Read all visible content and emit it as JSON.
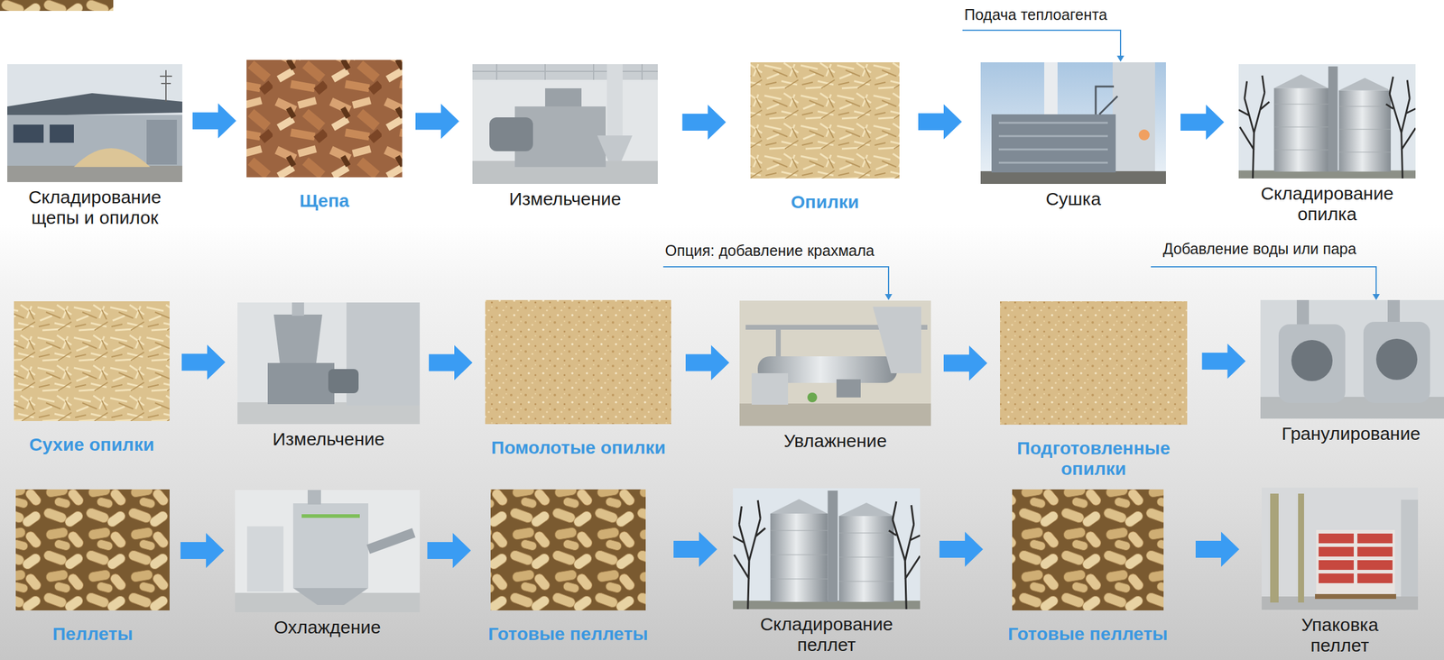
{
  "diagram": {
    "nodes": [
      {
        "text": [
          "Складирование щепы и опилок"
        ]
      },
      {
        "text": [
          "Щепа"
        ]
      },
      {
        "text": [
          "Измельчение"
        ]
      },
      {
        "text": [
          "Опилки"
        ]
      },
      {
        "text": [
          "Сушка"
        ]
      },
      {
        "text": [
          "Складирование опилка"
        ]
      },
      {
        "text": [
          "Сухие опилки"
        ]
      },
      {
        "text": [
          "Измельчение"
        ]
      },
      {
        "text": [
          "Помолотые опилки"
        ]
      },
      {
        "text": [
          "Увлажнение"
        ]
      },
      {
        "text": [
          "Подготовленные опилки"
        ]
      },
      {
        "text": [
          "Гранулирование"
        ]
      },
      {
        "text": [
          "Пеллеты"
        ]
      },
      {
        "text": [
          "Охлаждение"
        ]
      },
      {
        "text": [
          "Готовые пеллеты"
        ]
      },
      {
        "text": [
          "Складирование пеллет"
        ]
      },
      {
        "text": [
          "Готовые пеллеты"
        ]
      },
      {
        "text": [
          "Упаковка пеллет"
        ]
      }
    ],
    "edges": [
      {
        "from": 0,
        "to": 1,
        "arrow": "to"
      },
      {
        "from": 1,
        "to": 2,
        "arrow": "to"
      },
      {
        "from": 2,
        "to": 3,
        "arrow": "to"
      },
      {
        "from": 3,
        "to": 4,
        "arrow": "to"
      },
      {
        "from": 4,
        "to": 5,
        "arrow": "to"
      },
      {
        "from": 6,
        "to": 7,
        "arrow": "to"
      },
      {
        "from": 7,
        "to": 8,
        "arrow": "to"
      },
      {
        "from": 8,
        "to": 9,
        "arrow": "to"
      },
      {
        "from": 9,
        "to": 10,
        "arrow": "to"
      },
      {
        "from": 10,
        "to": 11,
        "arrow": "to"
      },
      {
        "from": 12,
        "to": 13,
        "arrow": "to"
      },
      {
        "from": 13,
        "to": 14,
        "arrow": "to"
      },
      {
        "from": 14,
        "to": 15,
        "arrow": "to"
      },
      {
        "from": 15,
        "to": 16,
        "arrow": "to"
      },
      {
        "from": 16,
        "to": 17,
        "arrow": "to"
      }
    ],
    "labels": [
      "Подача теплоагента",
      "Опция: добавление крахмала",
      "Добавление воды или пара"
    ]
  }
}
